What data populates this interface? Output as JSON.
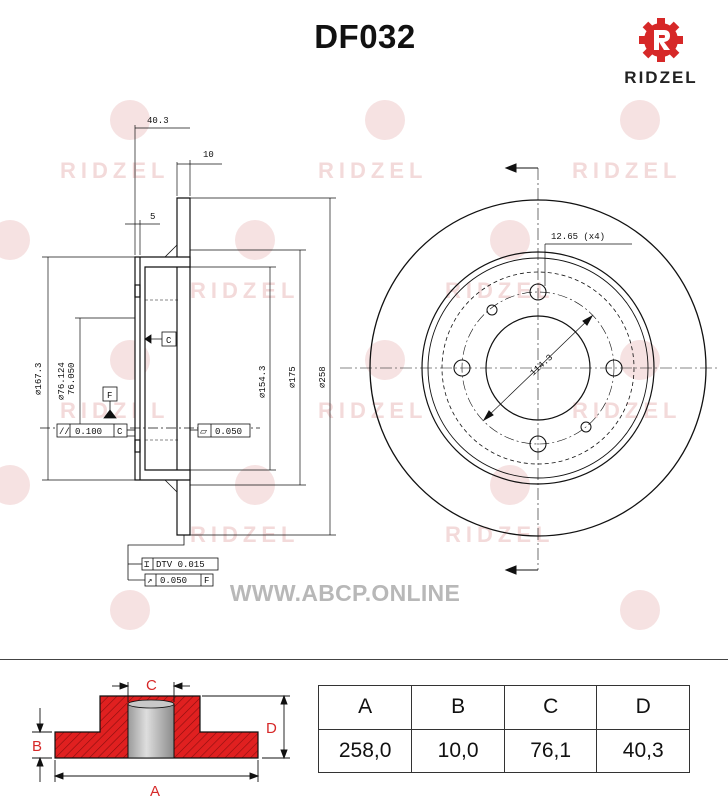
{
  "header": {
    "part_number": "DF032"
  },
  "brand": {
    "name": "RIDZEL",
    "color": "#d62828",
    "icon": "gear-r-logo-icon"
  },
  "watermark": {
    "text": "RIDZEL",
    "color": "#f3dada"
  },
  "website": {
    "text": "WWW.ABCP.ONLINE"
  },
  "drawing": {
    "dims": {
      "d_40_3": "40.3",
      "d_10": "10",
      "d_5": "5",
      "d_167_3": "⌀167.3",
      "d_76_124": "⌀76.124",
      "d_76_050": "76.050",
      "d_154_3": "⌀154.3",
      "d_175": "⌀175",
      "d_258": "⌀258",
      "holes": "12.65 (x4)",
      "pcd": "114.3"
    },
    "datums": {
      "c": "C",
      "f": "F"
    },
    "tolerances": {
      "parallel": {
        "symbol": "//",
        "value": "0.100",
        "ref": "C"
      },
      "flatness": {
        "symbol": "⏥",
        "value": "0.050"
      },
      "dtv": {
        "symbol": "⌶",
        "value": "DTV 0.015"
      },
      "runout": {
        "symbol": "↗",
        "value": "0.050",
        "ref": "F"
      }
    }
  },
  "schematic": {
    "labels": {
      "a": "A",
      "b": "B",
      "c": "C",
      "d": "D"
    },
    "fill_color": "#e02020"
  },
  "spec_table": {
    "headers": [
      "A",
      "B",
      "C",
      "D"
    ],
    "values": [
      "258,0",
      "10,0",
      "76,1",
      "40,3"
    ]
  }
}
